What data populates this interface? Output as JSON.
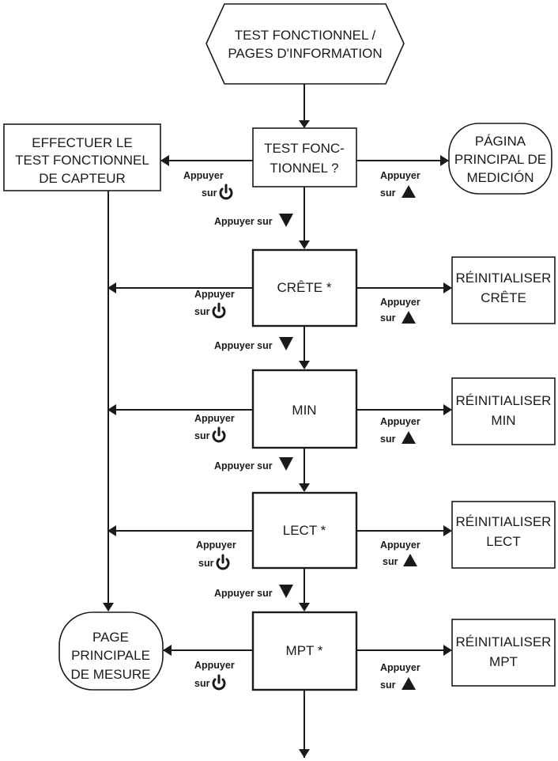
{
  "start": {
    "line1": "TEST FONCTIONNEL /",
    "line2": "PAGES D'INFORMATION"
  },
  "test_question": {
    "line1": "TEST FONC-",
    "line2": "TIONNEL ?"
  },
  "left_action": {
    "line1": "EFFECTUER LE",
    "line2": "TEST FONCTIONNEL",
    "line3": "DE CAPTEUR"
  },
  "right_terminal": {
    "line1": "PÁGINA",
    "line2": "PRINCIPAL DE",
    "line3": "MEDICIÓN"
  },
  "end_terminal": {
    "line1": "PAGE",
    "line2": "PRINCIPALE",
    "line3": "DE MESURE"
  },
  "steps": [
    {
      "label": "CRÊTE *",
      "reset1": "RÉINITIALISER",
      "reset2": "CRÊTE"
    },
    {
      "label": "MIN",
      "reset1": "RÉINITIALISER",
      "reset2": "MIN"
    },
    {
      "label": "LECT *",
      "reset1": "RÉINITIALISER",
      "reset2": "LECT"
    },
    {
      "label": "MPT *",
      "reset1": "RÉINITIALISER",
      "reset2": "MPT"
    }
  ],
  "labels": {
    "appuyer": "Appuyer",
    "sur": "sur",
    "appuyer_sur": "Appuyer sur"
  },
  "icons": {
    "power": "power-icon",
    "up": "triangle-up-icon",
    "down": "triangle-down-icon"
  }
}
